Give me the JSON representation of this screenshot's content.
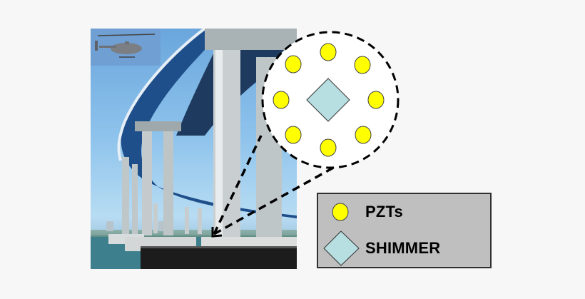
{
  "figure": {
    "photo": {
      "subject": "bridge-with-piers",
      "inset": "unmanned-helicopter"
    },
    "zoom_circle": {
      "sensors_count": 8,
      "center_node": "SHIMMER"
    },
    "legend": {
      "items": [
        {
          "label": "PZTs",
          "symbol": "yellow-circle"
        },
        {
          "label": "SHIMMER",
          "symbol": "lightblue-diamond"
        }
      ]
    },
    "colors": {
      "pzt": "#ffff00",
      "shimmer": "#b7dfe2",
      "legend_bg": "#bfbfbf",
      "background": "#f7f7f7"
    }
  }
}
